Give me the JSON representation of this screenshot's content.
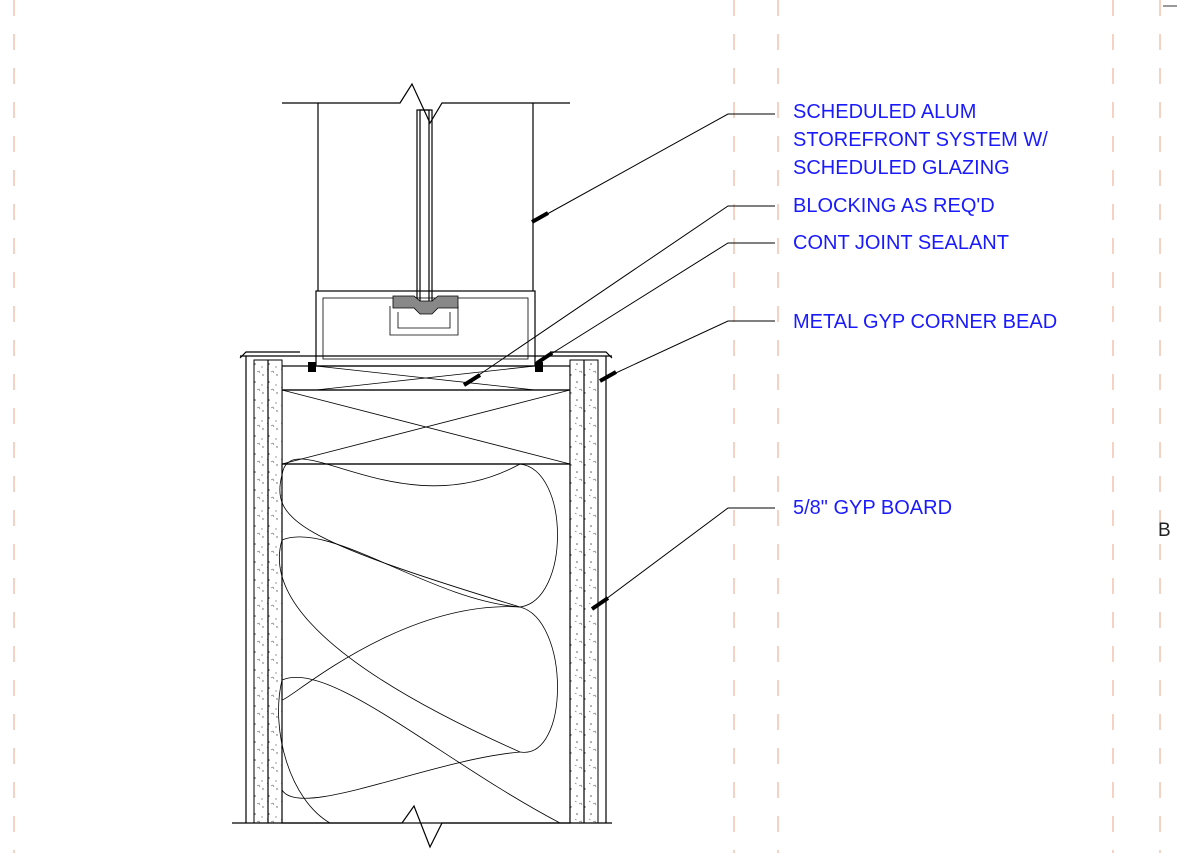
{
  "notes": [
    {
      "id": "storefront",
      "lines": [
        "SCHEDULED ALUM",
        "STOREFRONT SYSTEM W/",
        "SCHEDULED GLAZING"
      ]
    },
    {
      "id": "blocking",
      "lines": [
        "BLOCKING AS REQ'D"
      ]
    },
    {
      "id": "sealant",
      "lines": [
        "CONT JOINT SEALANT"
      ]
    },
    {
      "id": "corner-bead",
      "lines": [
        "METAL GYP CORNER BEAD"
      ]
    },
    {
      "id": "gyp-board",
      "lines": [
        "5/8\" GYP BOARD"
      ]
    }
  ],
  "margin_letter": "B",
  "colors": {
    "annotation": "#1a1aff",
    "gridline": "#f1b39c",
    "linework": "#000000"
  }
}
